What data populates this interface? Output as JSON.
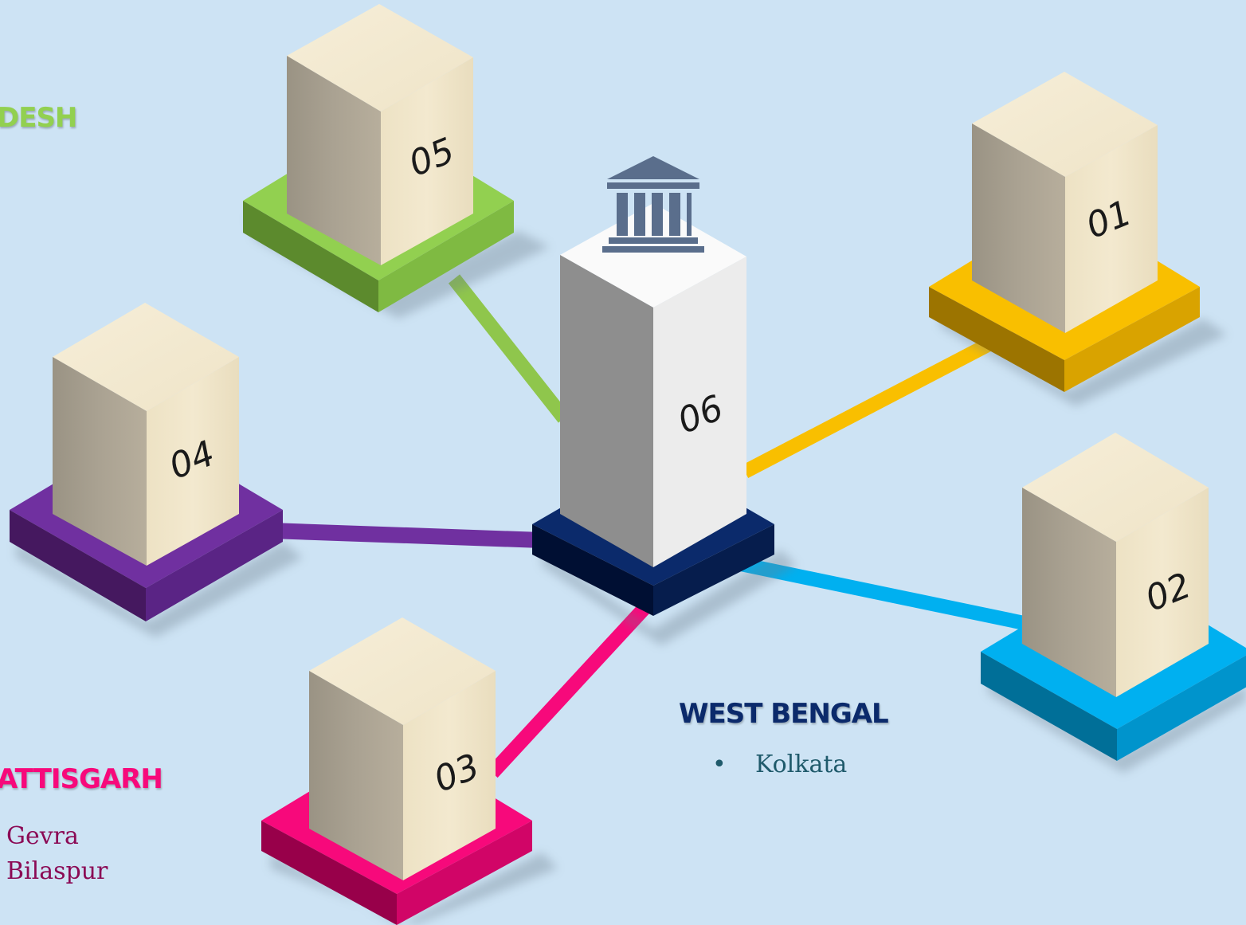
{
  "blocks": [
    {
      "id": "01",
      "color": "#f9bf00",
      "dark": "#9c7400",
      "mid": "#d9a300"
    },
    {
      "id": "02",
      "color": "#00b0f0",
      "dark": "#006f98",
      "mid": "#0094cc"
    },
    {
      "id": "03",
      "color": "#f7097b",
      "dark": "#98004a",
      "mid": "#d10567"
    },
    {
      "id": "04",
      "color": "#7030a0",
      "dark": "#45185f",
      "mid": "#5a2485"
    },
    {
      "id": "05",
      "color": "#92d050",
      "dark": "#5c8a2d",
      "mid": "#7fba42"
    },
    {
      "id": "06",
      "color": "#0b2a6b",
      "dark": "#000f33",
      "mid": "#061d4d"
    }
  ],
  "hub_icon": "bank-building-icon",
  "states": {
    "top_left": {
      "title": "DESH",
      "color": "#92d050"
    },
    "bottom_left": {
      "title": "ATTISGARH",
      "color": "#f7097b",
      "cities": [
        "Gevra",
        "Bilaspur"
      ],
      "city_color": "#8b0a55"
    },
    "bottom_center": {
      "title": "WEST BENGAL",
      "color": "#0b2a6b",
      "cities": [
        "Kolkata"
      ],
      "city_color": "#1f5a6b"
    }
  }
}
